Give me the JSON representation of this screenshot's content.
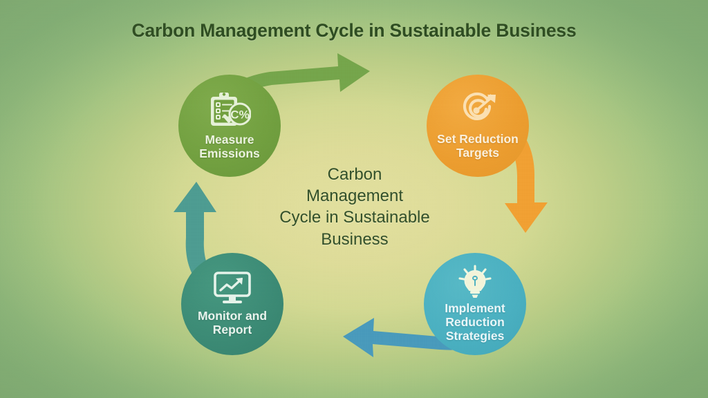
{
  "title": "Carbon Management Cycle in Sustainable Business",
  "center_label": "Carbon\nManagement\nCycle in Sustainable\nBusiness",
  "colors": {
    "background_outer": "#8fba7e",
    "background_inner": "#e0e09a",
    "title_text": "#2f4e22",
    "center_text": "#33512a",
    "green": "#74a341",
    "orange": "#f0a030",
    "blue": "#4bb3c4",
    "teal": "#3d8d77",
    "arrow_green": "#77a84c",
    "arrow_orange": "#f5a334",
    "arrow_blue": "#4a9dbf",
    "arrow_teal": "#4f9f94"
  },
  "nodes": [
    {
      "id": "measure",
      "label": "Measure\nEmissions",
      "icon": "clipboard-checklist-carbon-percent-icon",
      "color": "#74a341",
      "position": "top-left"
    },
    {
      "id": "targets",
      "label": "Set Reduction\nTargets",
      "icon": "target-dart-icon",
      "color": "#f0a030",
      "position": "top-right"
    },
    {
      "id": "implement",
      "label": "Implement\nReduction\nStrategies",
      "icon": "lightbulb-idea-icon",
      "color": "#4bb3c4",
      "position": "bottom-right"
    },
    {
      "id": "monitor",
      "label": "Monitor and\nReport",
      "icon": "monitor-chart-growth-icon",
      "color": "#3d8d77",
      "position": "bottom-left"
    }
  ],
  "arrows": [
    {
      "id": "measure-to-targets",
      "from": "measure",
      "to": "targets",
      "color": "#77a84c",
      "direction": "right"
    },
    {
      "id": "targets-to-implement",
      "from": "targets",
      "to": "implement",
      "color": "#f5a334",
      "direction": "down"
    },
    {
      "id": "implement-to-monitor",
      "from": "implement",
      "to": "monitor",
      "color": "#4a9dbf",
      "direction": "left"
    },
    {
      "id": "monitor-to-measure",
      "from": "monitor",
      "to": "measure",
      "color": "#4f9f94",
      "direction": "up"
    }
  ],
  "icon_badge": {
    "measure_badge_text": "C%"
  }
}
